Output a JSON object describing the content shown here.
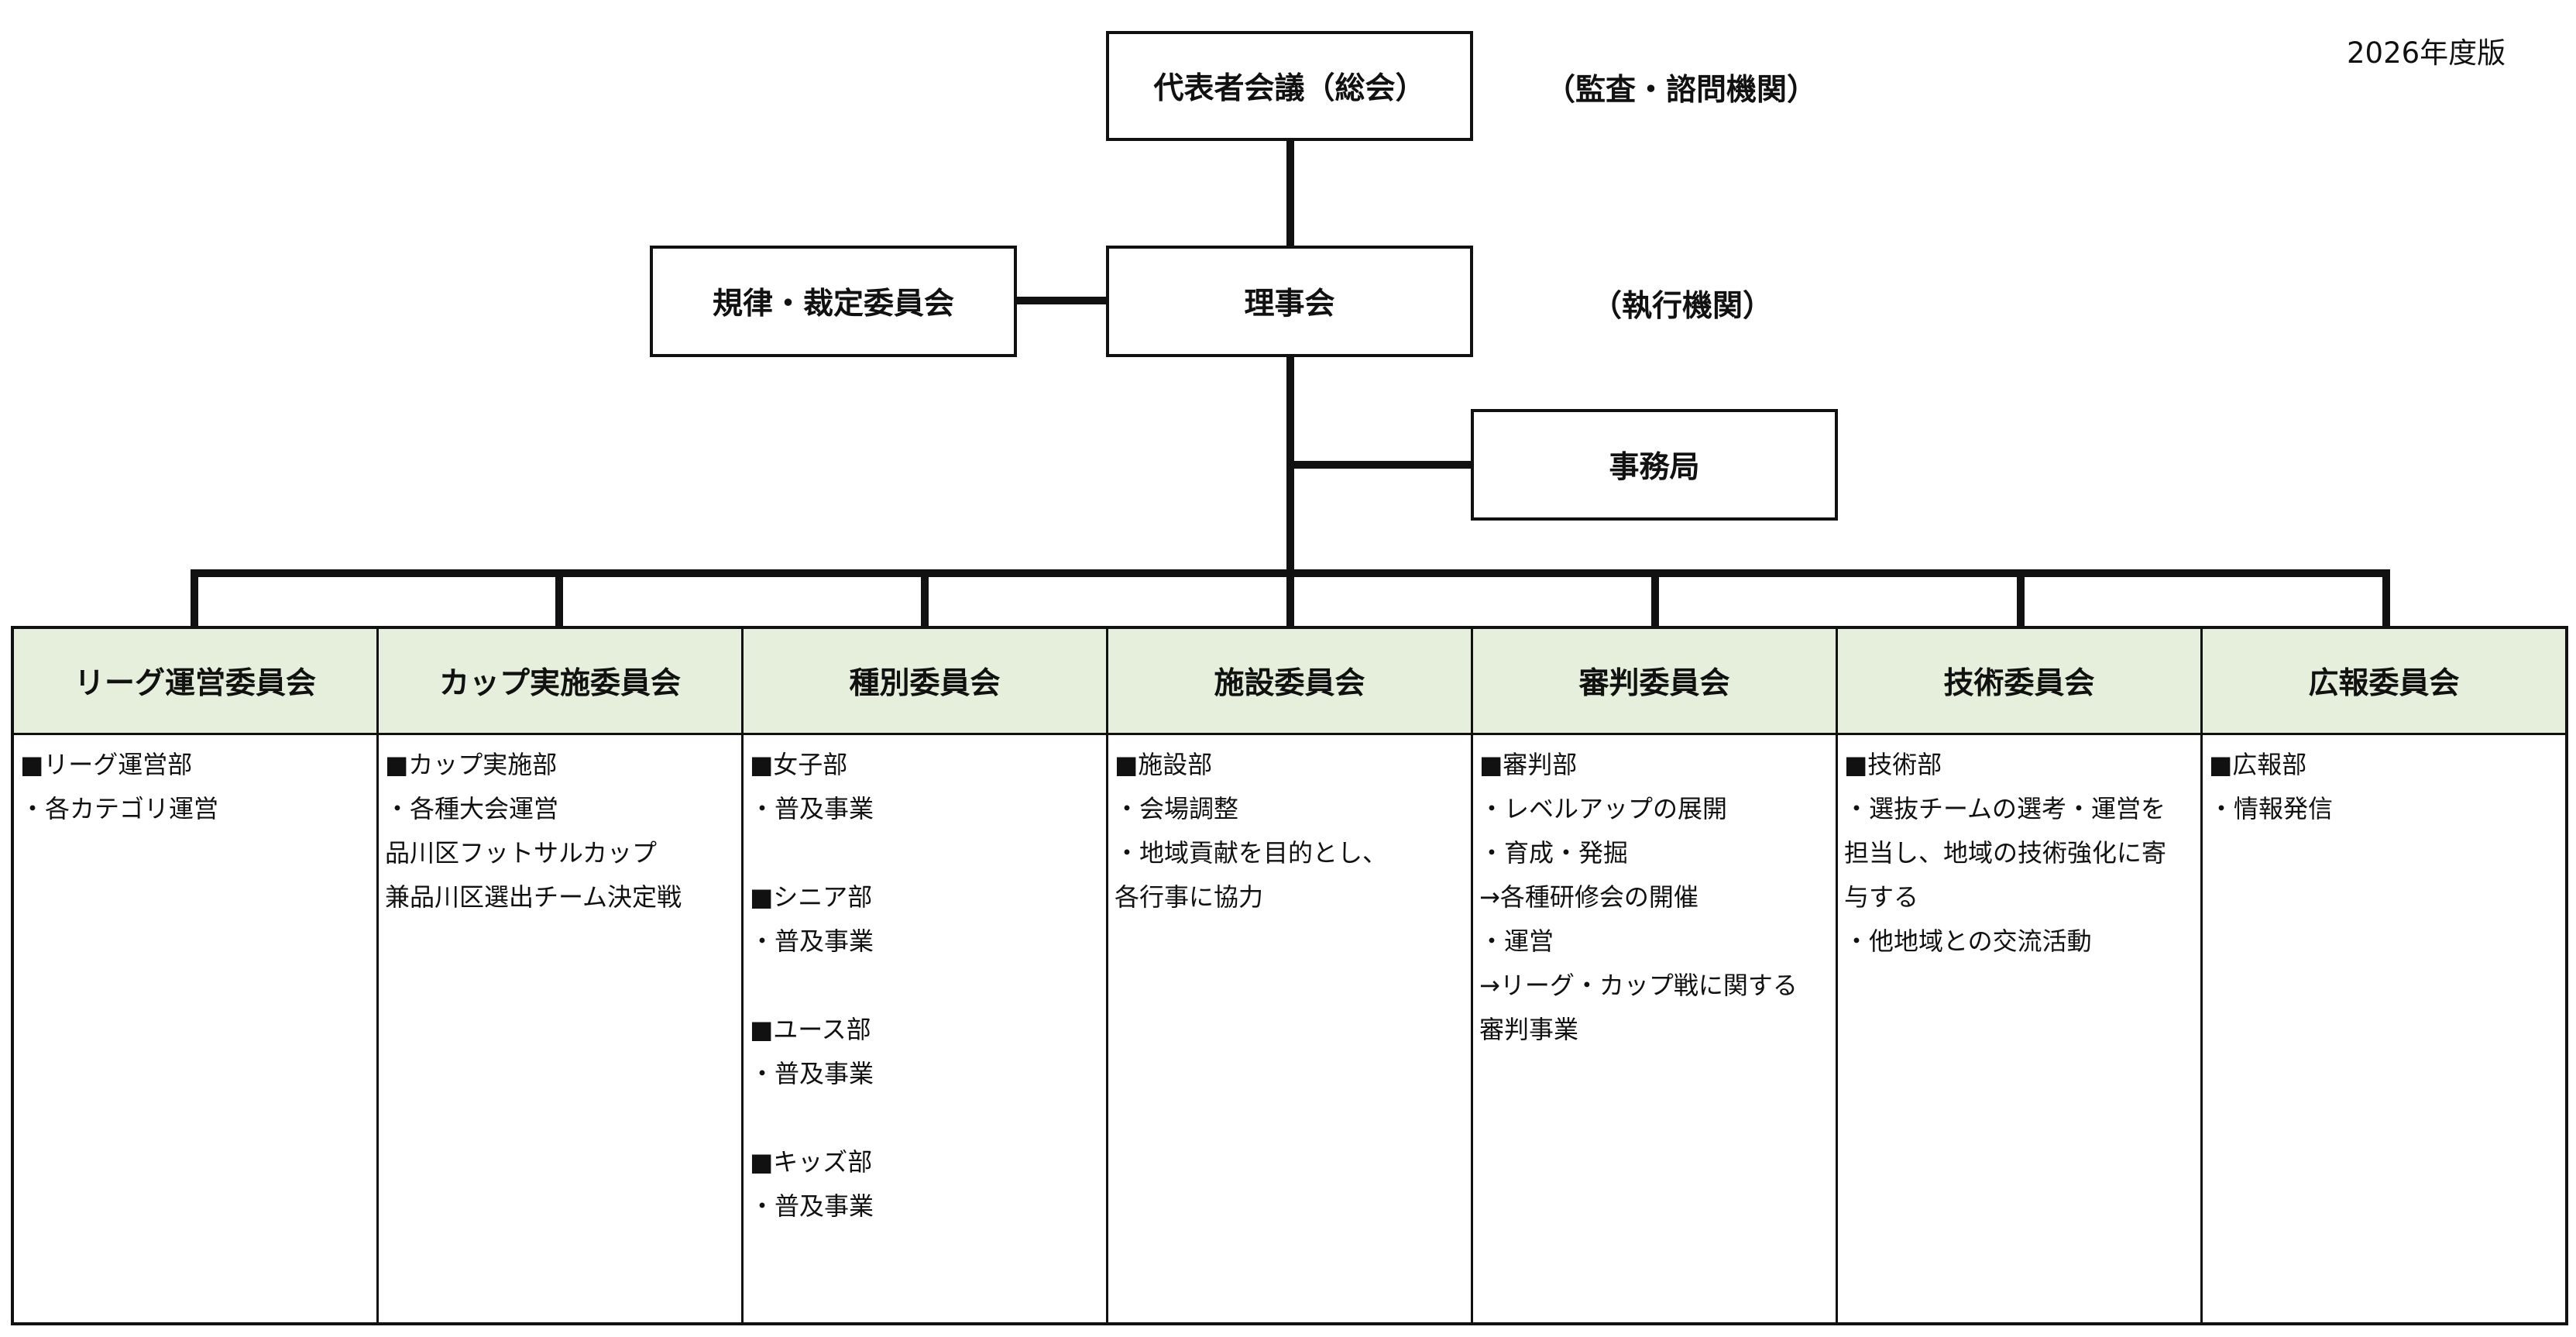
{
  "edition": "2026年度版",
  "general_assembly": {
    "label": "代表者会議（総会）",
    "note": "（監査・諮問機関）"
  },
  "board": {
    "label": "理事会",
    "note": "（執行機関）"
  },
  "discipline_committee": {
    "label": "規律・裁定委員会"
  },
  "secretariat": {
    "label": "事務局"
  },
  "committees": [
    {
      "name": "リーグ運営委員会",
      "lines": [
        "■リーグ運営部",
        "・各カテゴリ運営"
      ]
    },
    {
      "name": "カップ実施委員会",
      "lines": [
        "■カップ実施部",
        "・各種大会運営",
        "品川区フットサルカップ",
        "兼品川区選出チーム決定戦"
      ]
    },
    {
      "name": "種別委員会",
      "lines": [
        "■女子部",
        "・普及事業",
        "",
        "■シニア部",
        "・普及事業",
        "",
        "■ユース部",
        "・普及事業",
        "",
        "■キッズ部",
        "・普及事業"
      ]
    },
    {
      "name": "施設委員会",
      "lines": [
        "■施設部",
        "・会場調整",
        "・地域貢献を目的とし、",
        "各行事に協力"
      ]
    },
    {
      "name": "審判委員会",
      "lines": [
        "■審判部",
        "・レベルアップの展開",
        "・育成・発掘",
        "→各種研修会の開催",
        "・運営",
        "→リーグ・カップ戦に関する",
        "審判事業"
      ]
    },
    {
      "name": "技術委員会",
      "lines": [
        "■技術部",
        "・選抜チームの選考・運営を",
        "担当し、地域の技術強化に寄",
        "与する",
        "・他地域との交流活動"
      ]
    },
    {
      "name": "広報委員会",
      "lines": [
        "■広報部",
        "・情報発信"
      ]
    }
  ]
}
